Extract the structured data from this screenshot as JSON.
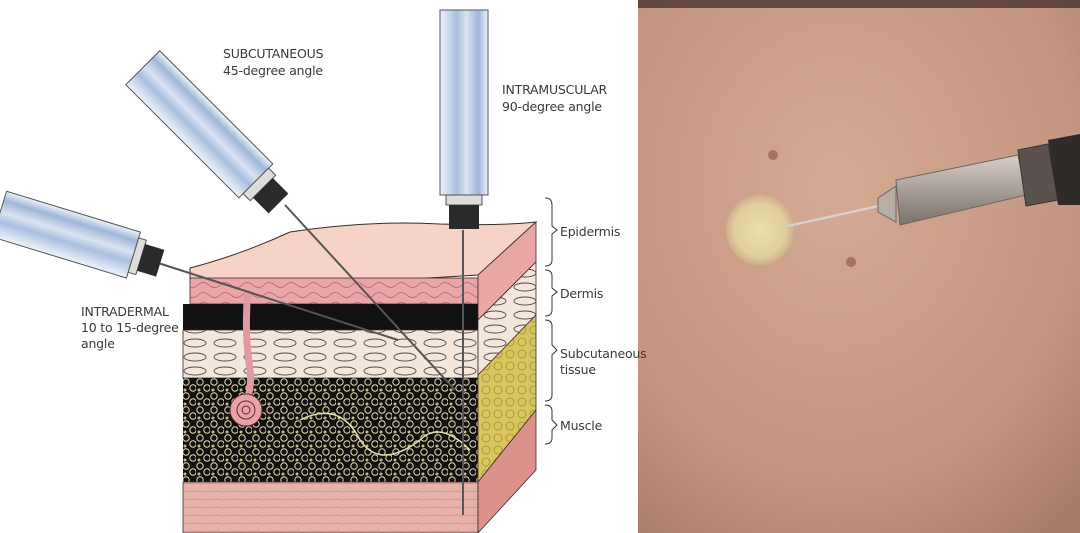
{
  "diagram": {
    "injections": {
      "subcutaneous": {
        "name": "SUBCUTANEOUS",
        "angle": "45-degree angle"
      },
      "intramuscular": {
        "name": "INTRAMUSCULAR",
        "angle": "90-degree angle"
      },
      "intradermal": {
        "name": "INTRADERMAL",
        "angle_line1": "10 to 15-degree",
        "angle_line2": "angle"
      }
    },
    "layers": {
      "epidermis": "Epidermis",
      "dermis": "Dermis",
      "subcutaneous_line1": "Subcutaneous",
      "subcutaneous_line2": "tissue",
      "muscle": "Muscle"
    }
  },
  "colors": {
    "barrel_stripe": "#a9bfdf",
    "epidermis": "#f3c9bd",
    "dermis": "#e6a0a2",
    "subcutaneous_fat": "#d8c460",
    "muscle": "#d98b87",
    "skin_photo": "#c79a84"
  }
}
